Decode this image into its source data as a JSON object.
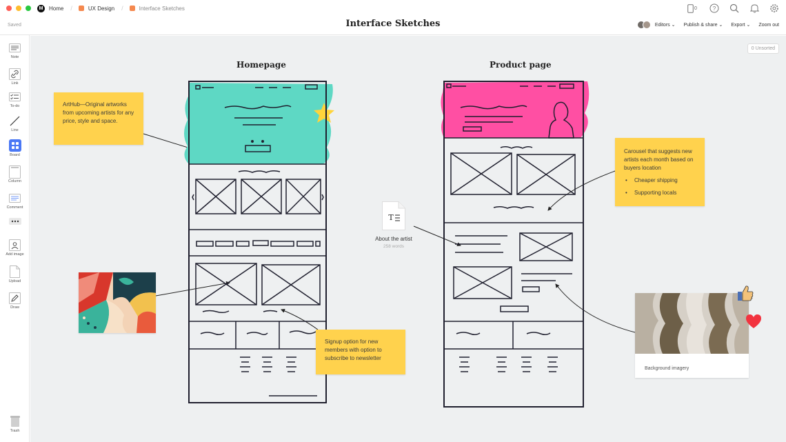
{
  "topbar": {
    "breadcrumbs": [
      "Home",
      "UX Design",
      "Interface Sketches"
    ],
    "device_count": "0"
  },
  "header": {
    "saved_status": "Saved",
    "title": "Interface Sketches",
    "menus": {
      "editors": "Editors",
      "publish": "Publish & share",
      "export": "Export",
      "zoom": "Zoom out"
    }
  },
  "toolbar": {
    "note": "Note",
    "link": "Link",
    "todo": "To-do",
    "line": "Line",
    "board": "Board",
    "column": "Column",
    "comment": "Comment",
    "add_image": "Add image",
    "upload": "Upload",
    "draw": "Draw",
    "trash": "Trash"
  },
  "canvas": {
    "unsorted": "0 Unsorted",
    "homepage_title": "Homepage",
    "product_title": "Product page",
    "note_arthub": "ArtHub—Original artworks from upcoming artists for any price, style and space.",
    "note_signup": "Signup option for new members with option to subscribe to newsletter",
    "note_carousel": {
      "text": "Carousel that suggests new artists each month based on buyers location",
      "bullets": [
        "Cheaper shipping",
        "Supporting locals"
      ]
    },
    "doc_card": {
      "name": "About the artist",
      "words": "258 words"
    },
    "image_caption": "Background imagery"
  },
  "colors": {
    "sticky": "#ffd24d",
    "teal": "#5ed8c4",
    "pink": "#ff4fa3",
    "canvas": "#eef0f1"
  }
}
